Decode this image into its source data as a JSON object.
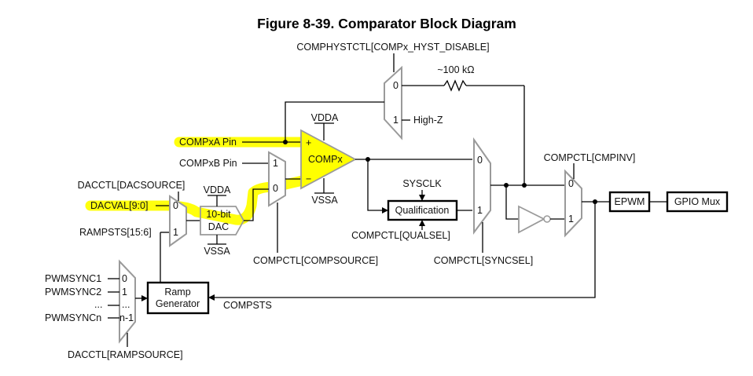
{
  "title": "Figure 8-39. Comparator Block Diagram",
  "colors": {
    "highlight": "#ffff00",
    "wire": "#000000",
    "mux_outline": "#9a9a9a"
  },
  "labels": {
    "hyst_ctl": "COMPHYSTCTL[COMPx_HYST_DISABLE]",
    "resistor": "~100 kΩ",
    "high_z": "High-Z",
    "vdda": "VDDA",
    "vssa": "VSSA",
    "compxa_pin": "COMPxA Pin",
    "compxb_pin": "COMPxB Pin",
    "comparator": "COMPx",
    "plus": "+",
    "minus": "−",
    "dacctl_dacsource": "DACCTL[DACSOURCE]",
    "dacval": "DACVAL[9:0]",
    "rampsts": "RAMPSTS[15:6]",
    "dac_line1": "10-bit",
    "dac_line2": "DAC",
    "compctl_compsource": "COMPCTL[COMPSOURCE]",
    "sysclk": "SYSCLK",
    "qualification": "Qualification",
    "compctl_qualsel": "COMPCTL[QUALSEL]",
    "compctl_syncsel": "COMPCTL[SYNCSEL]",
    "compctl_cmpinv": "COMPCTL[CMPINV]",
    "epwm": "EPWM",
    "gpio_mux": "GPIO Mux",
    "pwmsync1": "PWMSYNC1",
    "pwmsync2": "PWMSYNC2",
    "pwmsync_ellipsis": "...",
    "pwmsyncn": "PWMSYNCn",
    "ramp_line1": "Ramp",
    "ramp_line2": "Generator",
    "compsts": "COMPSTS",
    "dacctl_rampsource": "DACCTL[RAMPSOURCE]"
  },
  "mux_inputs": {
    "zero": "0",
    "one": "1",
    "ellipsis": "...",
    "n_minus_1": "n-1"
  }
}
